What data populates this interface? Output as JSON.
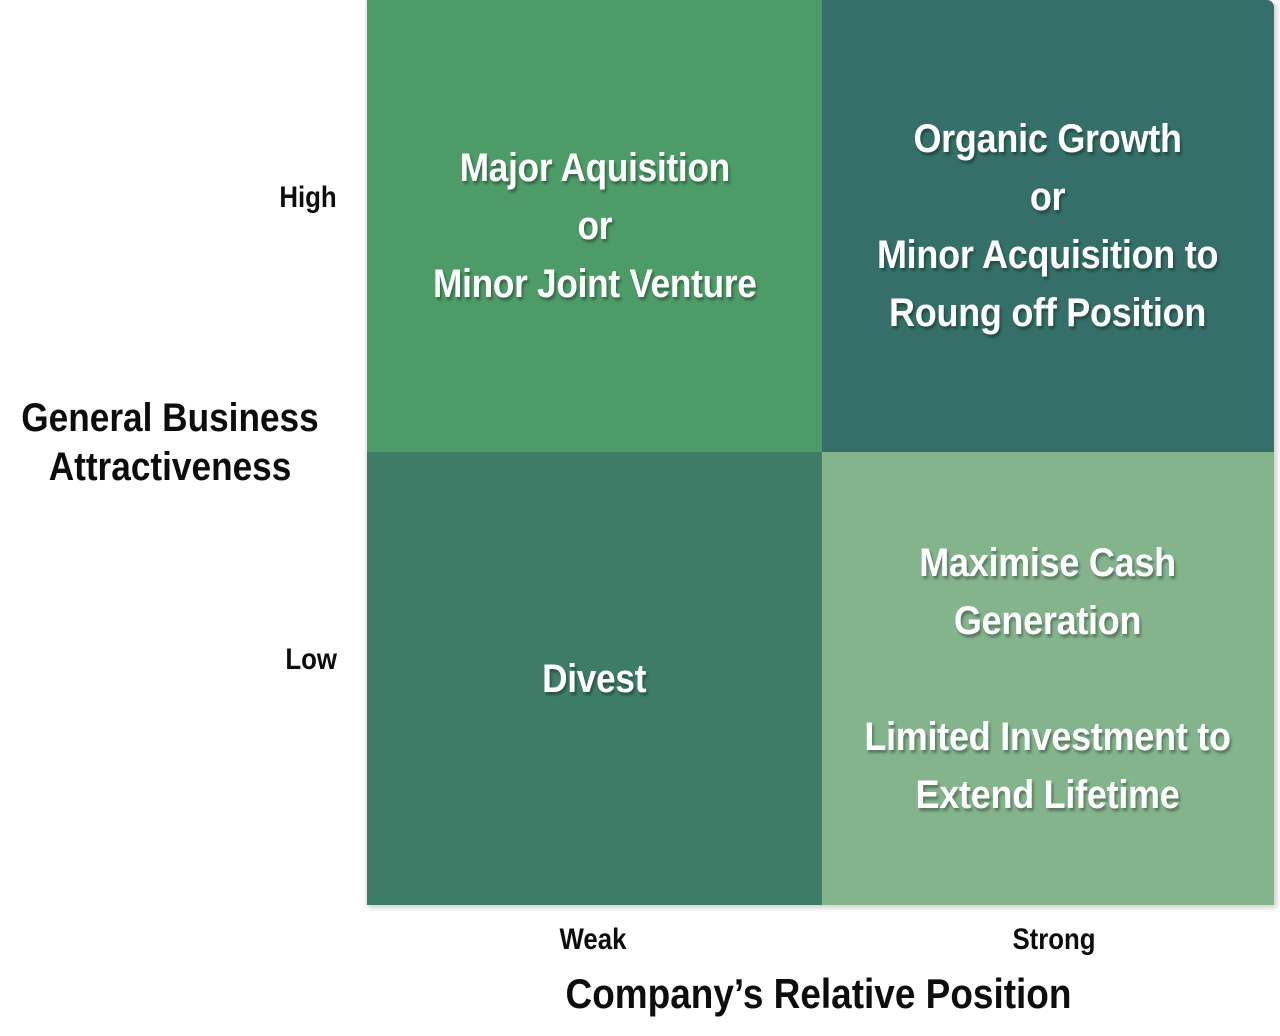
{
  "diagram": {
    "type": "2x2-strategy-matrix",
    "y_axis": {
      "title": "General Business\nAttractiveness",
      "high_label": "High",
      "low_label": "Low"
    },
    "x_axis": {
      "title": "Company’s Relative Position",
      "weak_label": "Weak",
      "strong_label": "Strong"
    },
    "quadrants": {
      "top_left": {
        "text": "Major Aquisition\nor\nMinor Joint Venture",
        "color": "#4d9c67",
        "position": "High attractiveness / Weak position"
      },
      "top_right": {
        "text": "Organic Growth\nor\nMinor Acquisition to\nRoung off Position",
        "color": "#347069",
        "position": "High attractiveness / Strong position"
      },
      "bottom_left": {
        "text": "Divest",
        "color": "#3d7d68",
        "position": "Low attractiveness / Weak position"
      },
      "bottom_right": {
        "text": "Maximise Cash\nGeneration\n\nLimited Investment to\nExtend Lifetime",
        "color": "#83b48c",
        "position": "Low attractiveness / Strong position"
      }
    },
    "text_color": "#ffffff",
    "axis_text_color": "#0d0d0d",
    "background_color": "#ffffff"
  }
}
